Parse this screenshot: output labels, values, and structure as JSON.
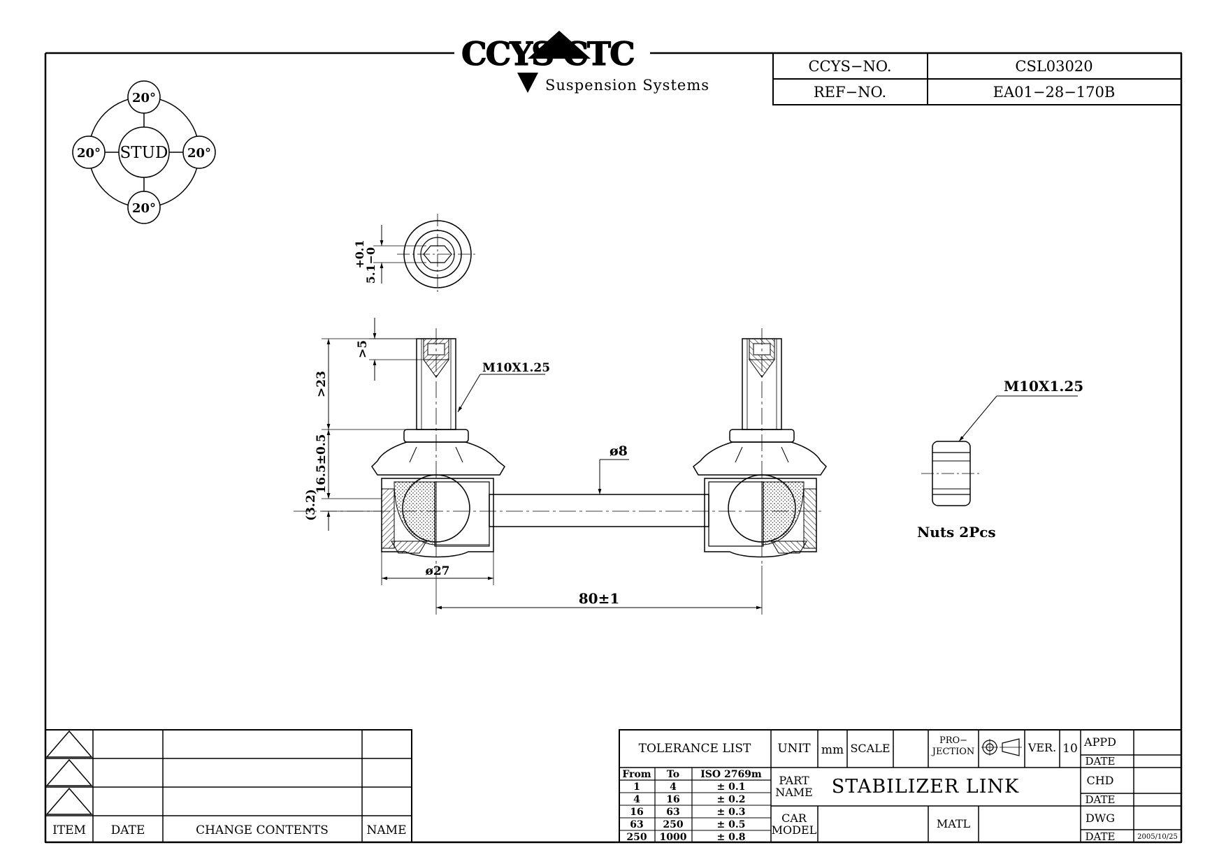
{
  "logo": {
    "text": "CCYS CTC",
    "subtitle": "Suspension Systems"
  },
  "header": {
    "ccys_label": "CCYS−NO.",
    "ccys_value": "CSL03020",
    "ref_label": "REF−NO.",
    "ref_value": "EA01−28−170B"
  },
  "stud_diagram": {
    "center": "STUD",
    "angles": {
      "top": "20°",
      "left": "20°",
      "right": "20°",
      "bottom": "20°"
    }
  },
  "dimensions": {
    "hex_tol_top": "+0.1",
    "hex_tol_val": "5.1−0",
    "gt5": ">5",
    "gt23": ">23",
    "h165": "16.5±0.5",
    "h32": "(3.2)",
    "thread_left": "M10X1.25",
    "rod_dia": "ø8",
    "ball_dia": "ø27",
    "center_len": "80±1",
    "nut_thread": "M10X1.25",
    "nut_note": "Nuts 2Pcs"
  },
  "change_table": {
    "headers": {
      "item": "ITEM",
      "date": "DATE",
      "contents": "CHANGE CONTENTS",
      "name": "NAME"
    }
  },
  "title_block": {
    "tolerance_title": "TOLERANCE LIST",
    "tol_headers": [
      "From",
      "To",
      "ISO 2769m"
    ],
    "tol_rows": [
      [
        "1",
        "4",
        "± 0.1"
      ],
      [
        "4",
        "16",
        "± 0.2"
      ],
      [
        "16",
        "63",
        "± 0.3"
      ],
      [
        "63",
        "250",
        "± 0.5"
      ],
      [
        "250",
        "1000",
        "± 0.8"
      ]
    ],
    "unit_label": "UNIT",
    "unit_value": "mm",
    "scale_label": "SCALE",
    "projection_label_1": "PRO−",
    "projection_label_2": "JECTION",
    "ver_label": "VER.",
    "ver_value": "10",
    "part_name_label_1": "PART",
    "part_name_label_2": "NAME",
    "part_name": "STABILIZER LINK",
    "car_model_label_1": "CAR",
    "car_model_label_2": "MODEL",
    "matl_label": "MATL",
    "appd": "APPD",
    "date1": "DATE",
    "chd": "CHD",
    "date2": "DATE",
    "dwg": "DWG",
    "date3": "DATE",
    "date3_value": "2005/10/25"
  }
}
